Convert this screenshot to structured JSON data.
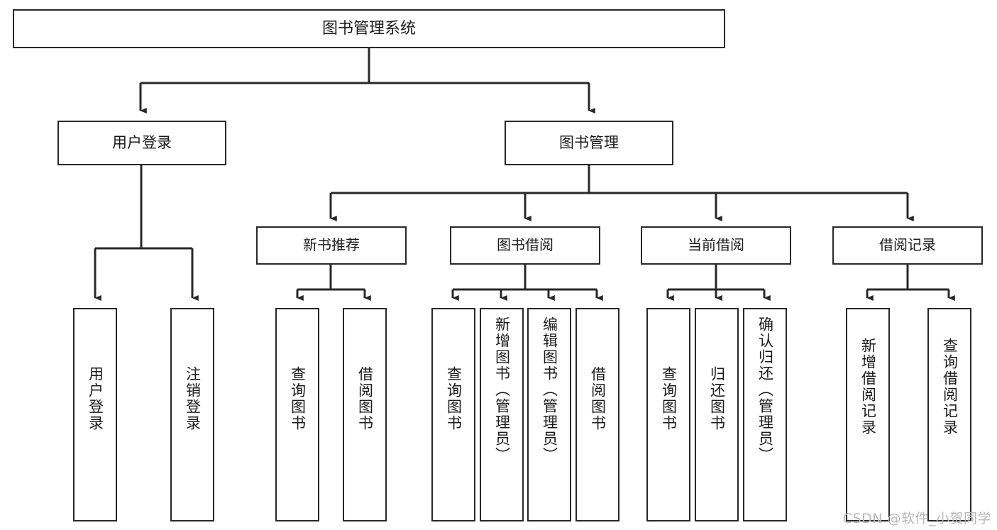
{
  "diagram": {
    "kind": "functional-structure-tree",
    "title": "图书管理系统",
    "watermark": "CSDN @软件_小贺同学",
    "colors": {
      "box_border": "#282828",
      "box_fill": "#ffffff",
      "connector": "#282828",
      "text": "#1a1a1a",
      "watermark": "#b8b8b8",
      "background": "#ffffff"
    }
  },
  "nodes": {
    "root": {
      "label": "图书管理系统"
    },
    "level1": [
      {
        "id": "user-login",
        "label": "用户登录"
      },
      {
        "id": "book-manage",
        "label": "图书管理"
      }
    ],
    "level2": [
      {
        "id": "new-book-recommend",
        "label": "新书推荐",
        "parent": "book-manage"
      },
      {
        "id": "book-borrow",
        "label": "图书借阅",
        "parent": "book-manage"
      },
      {
        "id": "current-borrow",
        "label": "当前借阅",
        "parent": "book-manage"
      },
      {
        "id": "borrow-record",
        "label": "借阅记录",
        "parent": "book-manage"
      }
    ],
    "leaves": [
      {
        "id": "leaf-user-login",
        "label": "用户登录",
        "parent": "user-login"
      },
      {
        "id": "leaf-user-logout",
        "label": "注销登录",
        "parent": "user-login"
      },
      {
        "id": "leaf-query-book-1",
        "label": "查询图书",
        "parent": "new-book-recommend"
      },
      {
        "id": "leaf-borrow-book-1",
        "label": "借阅图书",
        "parent": "new-book-recommend"
      },
      {
        "id": "leaf-query-book-2",
        "label": "查询图书",
        "parent": "book-borrow"
      },
      {
        "id": "leaf-add-book",
        "label": "新增图书（管理员）",
        "parent": "book-borrow"
      },
      {
        "id": "leaf-edit-book",
        "label": "编辑图书（管理员）",
        "parent": "book-borrow"
      },
      {
        "id": "leaf-borrow-book-2",
        "label": "借阅图书",
        "parent": "book-borrow"
      },
      {
        "id": "leaf-query-book-3",
        "label": "查询图书",
        "parent": "current-borrow"
      },
      {
        "id": "leaf-return-book",
        "label": "归还图书",
        "parent": "current-borrow"
      },
      {
        "id": "leaf-confirm-return",
        "label": "确认归还（管理员）",
        "parent": "current-borrow"
      },
      {
        "id": "leaf-add-record",
        "label": "新增借阅记录",
        "parent": "borrow-record"
      },
      {
        "id": "leaf-query-record",
        "label": "查询借阅记录",
        "parent": "borrow-record"
      }
    ]
  }
}
